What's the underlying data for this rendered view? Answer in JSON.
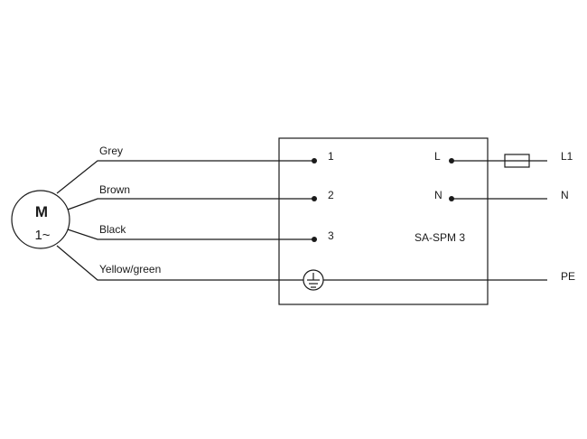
{
  "motor": {
    "symbol": "M",
    "phase": "1~"
  },
  "wires": [
    {
      "color_label": "Grey",
      "terminal": "1"
    },
    {
      "color_label": "Brown",
      "terminal": "2"
    },
    {
      "color_label": "Black",
      "terminal": "3"
    },
    {
      "color_label": "Yellow/green",
      "terminal": ""
    }
  ],
  "device": {
    "model": "SA-SPM 3",
    "inputs": [
      {
        "terminal": "L",
        "supply": "L1",
        "fused": true
      },
      {
        "terminal": "N",
        "supply": "N",
        "fused": false
      }
    ],
    "earth_supply": "PE"
  },
  "colors": {
    "line": "#1a1a1a",
    "background": "#ffffff"
  }
}
